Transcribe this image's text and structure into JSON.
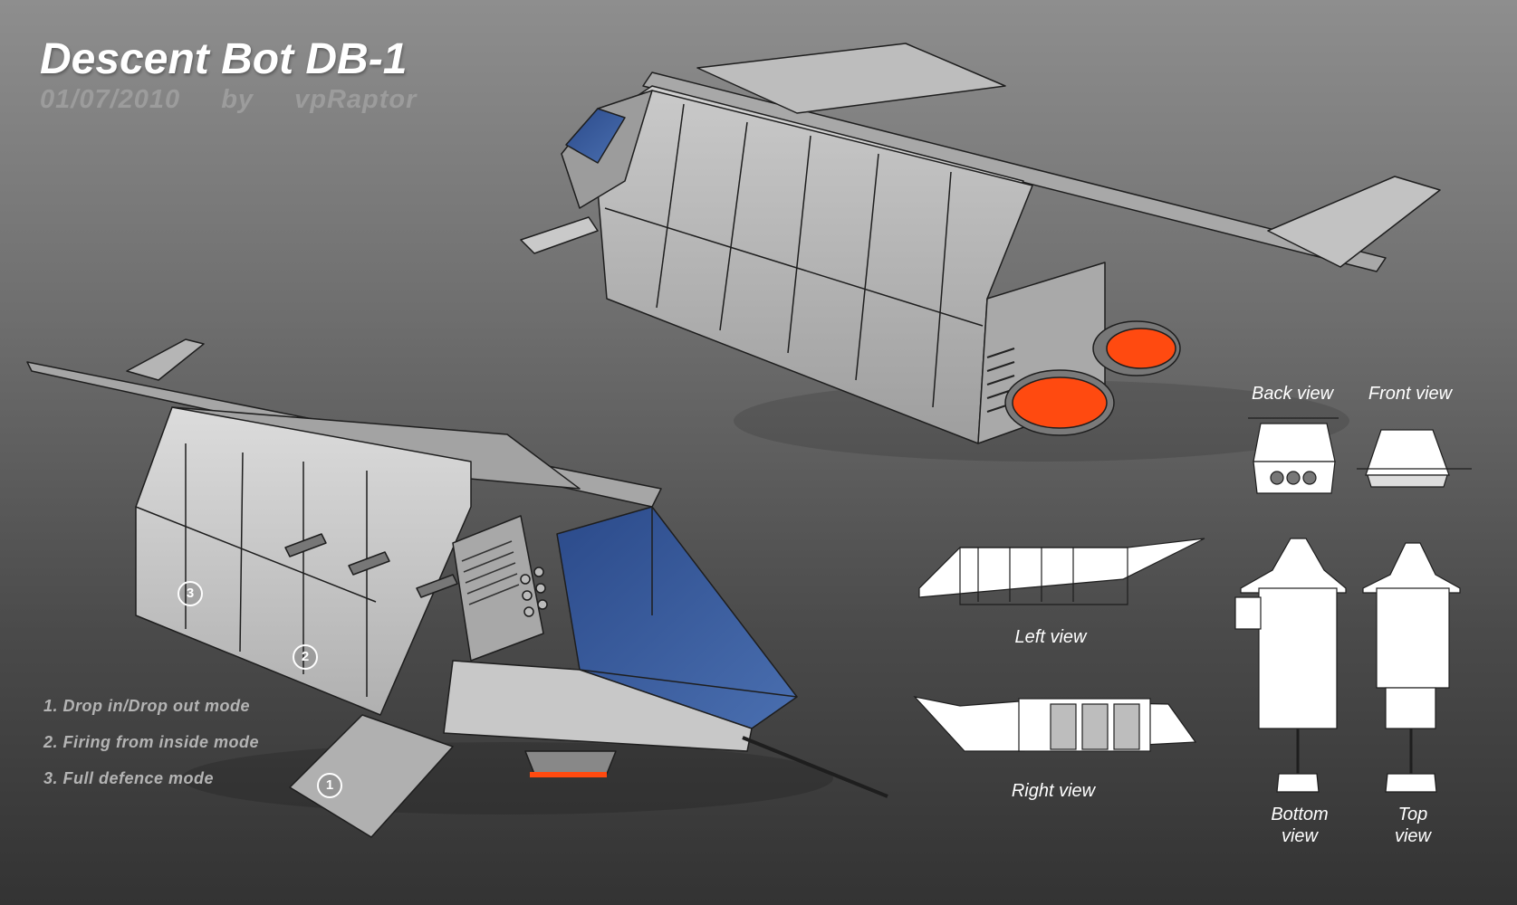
{
  "header": {
    "title": "Descent Bot DB-1",
    "date": "01/07/2010",
    "by": "by",
    "author": "vpRaptor"
  },
  "modes": [
    "1. Drop in/Drop out mode",
    "2. Firing from inside mode",
    "3. Full defence mode"
  ],
  "badges": [
    "1",
    "2",
    "3"
  ],
  "views": {
    "back": "Back view",
    "front": "Front view",
    "left": "Left view",
    "right": "Right view",
    "bottom": [
      "Bottom",
      "view"
    ],
    "top": [
      "Top",
      "view"
    ]
  },
  "colors": {
    "hull": "#b9b9b9",
    "canopy": "#2f4f8f",
    "thruster": "#ff4a10",
    "outline": "#1e1e1e"
  }
}
